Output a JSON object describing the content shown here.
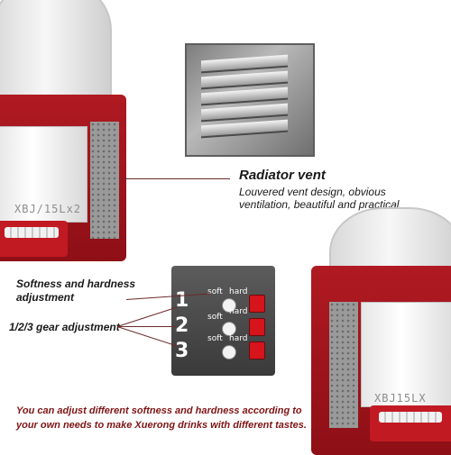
{
  "vent": {
    "title": "Radiator vent",
    "description": "Louvered vent design, obvious ventilation, beautiful and practical"
  },
  "adjustments": {
    "softness": "Softness and hardness adjustment",
    "gear": "1/2/3 gear adjustment"
  },
  "panel": {
    "rows": [
      {
        "number": "1",
        "soft": "soft",
        "hard": "hard"
      },
      {
        "number": "2",
        "soft": "soft",
        "hard": "hard"
      },
      {
        "number": "3",
        "soft": "soft",
        "hard": "hard"
      }
    ]
  },
  "machine_brand": "XBJ/15Lx2",
  "machine_brand_right": "XBJ15LX",
  "footer": "You can adjust different softness and hardness according to your own needs to make Xuerong drinks with different tastes.",
  "colors": {
    "body_red": "#a3161e",
    "caption_red": "#7e1414",
    "panel_dark": "#4a4a4a"
  }
}
